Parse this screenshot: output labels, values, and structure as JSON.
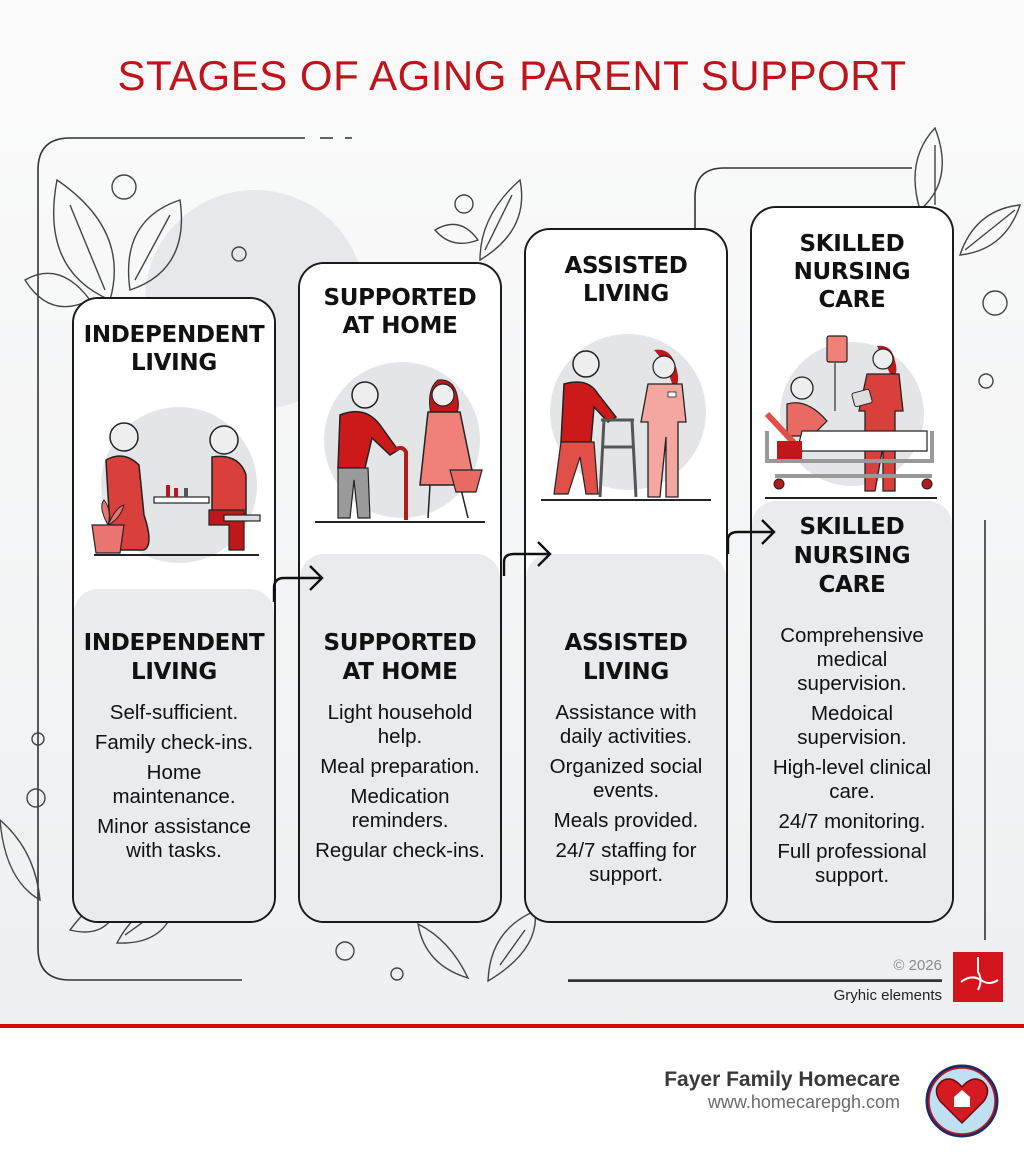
{
  "title": "STAGES OF AGING PARENT SUPPORT",
  "colors": {
    "accent": "#c0141c",
    "footer_rule": "#d4070f",
    "panel_bg": "#e9ebed",
    "text": "#111111"
  },
  "stages": [
    {
      "heading": "INDEPENDENT LIVING",
      "heading_lines": [
        "INDEPENDENT",
        "LIVING"
      ],
      "illustration": "elderly-couple-playing-chess-illustration",
      "details_heading_lines": [
        "INDEPENDENT",
        "LIVING"
      ],
      "details": [
        "Self-sufficient.",
        "Family check-ins.",
        "Home maintenance.",
        "Minor assistance with tasks."
      ]
    },
    {
      "heading": "SUPPORTED AT HOME",
      "heading_lines": [
        "SUPPORTED",
        "AT HOME"
      ],
      "illustration": "elderly-man-with-cane-and-helper-illustration",
      "details_heading_lines": [
        "SUPPORTED",
        "AT HOME"
      ],
      "details": [
        "Light household help.",
        "Meal preparation.",
        "Medication reminders.",
        "Regular check-ins."
      ]
    },
    {
      "heading": "ASSISTED LIVING",
      "heading_lines": [
        "ASSISTED",
        "LIVING"
      ],
      "illustration": "elderly-man-with-walker-and-caregiver-illustration",
      "details_heading_lines": [
        "ASSISTED",
        "LIVING"
      ],
      "details": [
        "Assistance with daily activities.",
        "Organized social events.",
        "Meals provided.",
        "24/7 staffing for support."
      ]
    },
    {
      "heading": "SKILLED NURSING CARE",
      "heading_lines": [
        "SKILLED",
        "NURSING CARE"
      ],
      "illustration": "patient-in-hospital-bed-with-nurse-illustration",
      "details_heading_lines": [
        "SKILLED",
        "NURSING",
        "CARE"
      ],
      "details": [
        "Comprehensive medical supervision.",
        "Medoical supervision.",
        "High-level clinical care.",
        "24/7 monitoring.",
        "Full professional support."
      ]
    }
  ],
  "copyright": "© 2026",
  "credit": "Gryhic elements",
  "footer": {
    "brand_name": "Fayer Family Homecare",
    "brand_url": "www.homecarepgh.com",
    "logo_icon": "heart-house-icon"
  }
}
